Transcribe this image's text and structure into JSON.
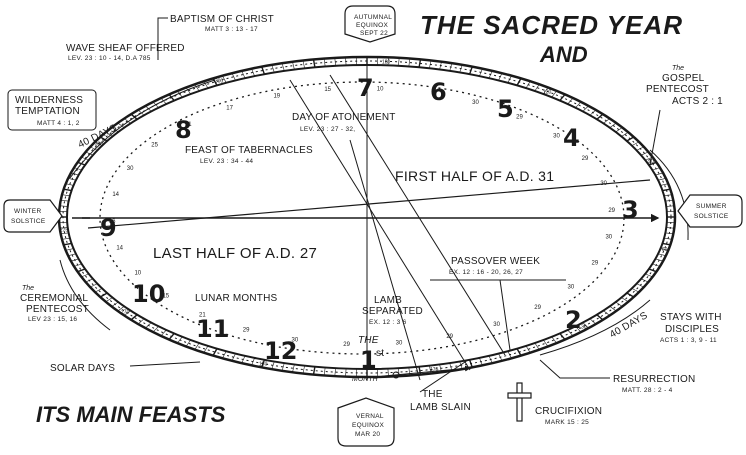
{
  "title_line1": "THE SACRED YEAR",
  "title_line2": "AND",
  "title_bottom": "ITS MAIN FEASTS",
  "halves": {
    "first": "FIRST HALF OF A.D. 31",
    "last": "LAST HALF OF A.D. 27"
  },
  "months": [
    "1st",
    "2",
    "3",
    "4",
    "5",
    "6",
    "7",
    "8",
    "9",
    "10",
    "11",
    "12"
  ],
  "center_labels": {
    "the": "THE",
    "first": "1",
    "first_sup": "st",
    "month": "MONTH"
  },
  "labels": {
    "baptism": "BAPTISM OF CHRIST",
    "baptism_ref": "MATT 3 : 13 - 17",
    "wave_sheaf": "WAVE SHEAF OFFERED",
    "wave_sheaf_ref": "LEV. 23 : 10 - 14,  D.A 785",
    "wilderness_1": "WILDERNESS",
    "wilderness_2": "TEMPTATION",
    "wilderness_ref": "MATT 4 : 1, 2",
    "atonement": "DAY OF ATONEMENT",
    "atonement_ref": "LEV. 23 : 27 - 32,",
    "tabernacles": "FEAST OF TABERNACLES",
    "tabernacles_ref": "LEV. 23 : 34 - 44",
    "gospel_the": "The",
    "gospel": "GOSPEL",
    "gospel_pentecost": "PENTECOST",
    "gospel_ref": "ACTS 2 : 1",
    "ceremonial_the": "The",
    "ceremonial": "CEREMONIAL",
    "ceremonial_pentecost": "PENTECOST",
    "ceremonial_ref": "LEV 23 : 15, 16",
    "lunar_months": "LUNAR MONTHS",
    "solar_days": "SOLAR DAYS",
    "passover": "PASSOVER WEEK",
    "passover_ref": "EX. 12 : 16 - 20, 26, 27",
    "lamb_sep_1": "LAMB",
    "lamb_sep_2": "SEPARATED",
    "lamb_sep_ref": "EX. 12 : 3  6",
    "lamb_slain_1": "THE",
    "lamb_slain_2": "LAMB SLAIN",
    "crucifixion": "CRUCIFIXION",
    "crucifixion_ref": "MARK 15 : 25",
    "resurrection": "RESURRECTION",
    "resurrection_ref": "MATT. 28 : 2 - 4",
    "stays_1": "STAYS WITH",
    "stays_2": "DISCIPLES",
    "stays_ref": "ACTS 1 : 3, 9 - 11",
    "forty_days_top": "40  DAYS",
    "forty_days_bottom": "40  DAYS"
  },
  "badges": {
    "autumnal_1": "AUTUMNAL",
    "autumnal_2": "EQUINOX",
    "autumnal_3": "SEPT 22",
    "summer_1": "SUMMER",
    "summer_2": "SOLSTICE",
    "winter_1": "WINTER",
    "winter_2": "SOLSTICE",
    "vernal_1": "VERNAL",
    "vernal_2": "EQUINOX",
    "vernal_3": "MAR 20"
  },
  "small_numbers": [
    "30",
    "29",
    "30",
    "29",
    "30",
    "29",
    "30",
    "29",
    "30",
    "29",
    "30",
    "29",
    "30",
    "29",
    "30",
    "29",
    "21",
    "15",
    "10",
    "14",
    "16",
    "14",
    "30",
    "25",
    "21",
    "17",
    "19",
    "15",
    "10"
  ],
  "solar_ticks": [
    "180",
    "120",
    "90",
    "60",
    "30",
    "175",
    "180",
    "270",
    "275",
    "360",
    "300"
  ]
}
